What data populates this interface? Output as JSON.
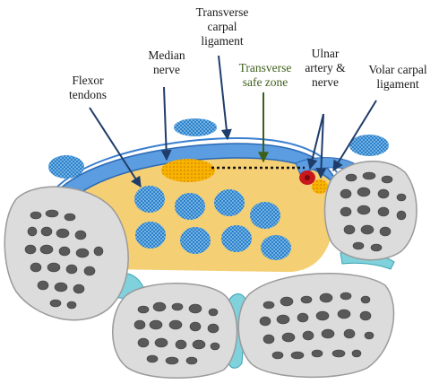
{
  "labels": {
    "transverse_carpal_ligament": "Transverse\ncarpal\nligament",
    "median_nerve": "Median\nnerve",
    "flexor_tendons": "Flexor\ntendons",
    "transverse_safe_zone": "Transverse\nsafe zone",
    "ulnar_artery_nerve": "Ulnar\nartery &\nnerve",
    "volar_carpal_ligament": "Volar carpal\nligament"
  },
  "colors": {
    "carpal_tunnel_fill": "#f4cf73",
    "ligament_blue": "#3a7fd0",
    "tendon_blue": "#1f77c4",
    "median_nerve_yellow": "#f5b400",
    "bone_gray": "#dcdcdc",
    "bone_dark": "#595959",
    "cartilage_teal": "#7fd1dc",
    "ulnar_artery_red": "#c8181e",
    "safe_zone_green": "#3e5f1a",
    "arrow_navy": "#1f3d6b"
  }
}
